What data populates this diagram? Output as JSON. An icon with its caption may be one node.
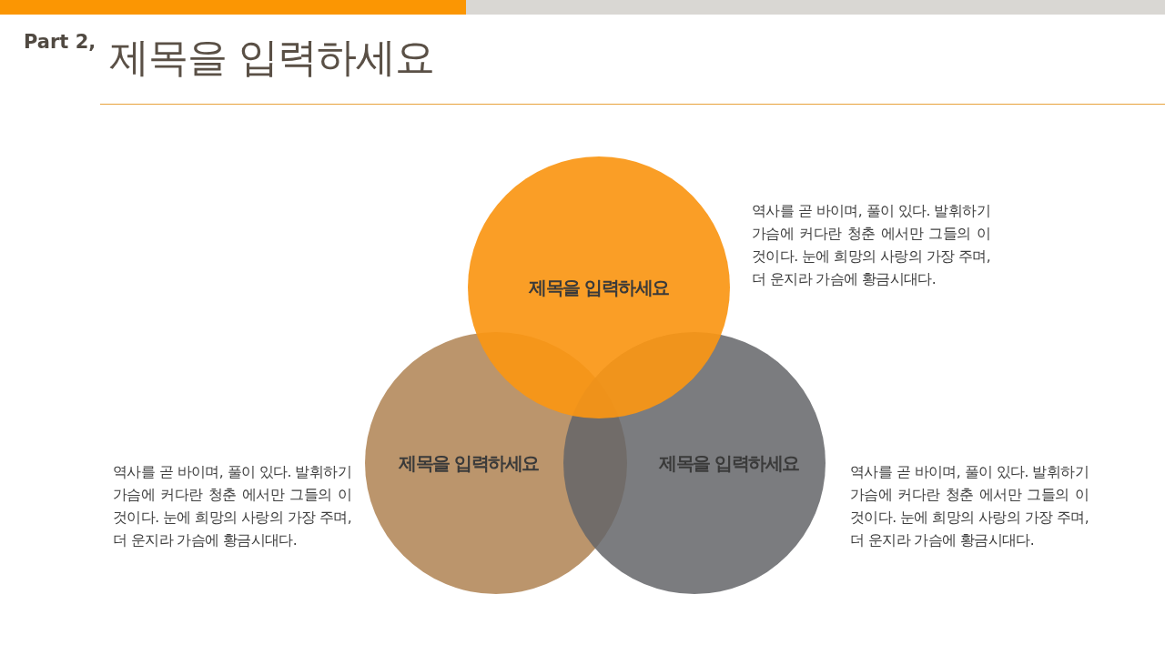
{
  "diagram": {
    "title": "제목을 입력하세요",
    "nodes": [
      {
        "text": [
          "제목을 입력하세요"
        ],
        "beside": [
          "역사를 곧 바이며, 풀이 있다. 발휘하기 가슴에 커다란 청춘 에서만 그들의 이것이다. 눈에 희망의 사랑의 가장 주며, 더 운지라 가슴에 황금시대다."
        ]
      },
      {
        "text": [
          "제목을 입력하세요"
        ],
        "beside": [
          "역사를 곧 바이며, 풀이 있다. 발휘하기 가슴에 커다란 청춘 에서만 그들의 이것이다. 눈에 희망의 사랑의 가장 주며, 더 운지라 가슴에 황금시대다."
        ]
      },
      {
        "text": [
          "제목을 입력하세요"
        ],
        "beside": [
          "역사를 곧 바이며, 풀이 있다. 발휘하기 가슴에 커다란 청춘 에서만 그들의 이것이다. 눈에 희망의 사랑의 가장 주며, 더 운지라 가슴에 황금시대다."
        ]
      }
    ],
    "edges": [],
    "labels": [
      "Part 2,"
    ]
  }
}
